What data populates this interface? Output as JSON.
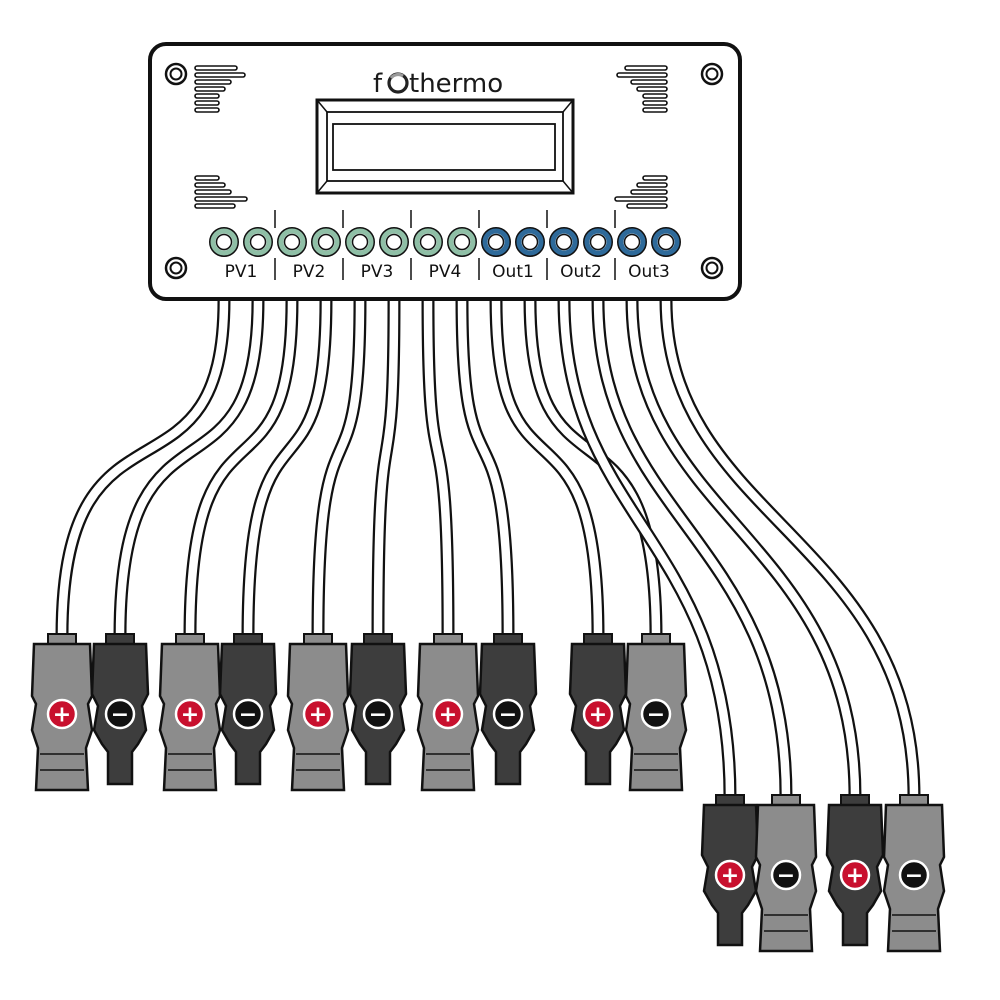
{
  "brand": {
    "name_left": "f",
    "name_right": "thermo",
    "logo_icon": "ring-o-icon"
  },
  "colors": {
    "pv_port": "#8fbfa6",
    "out_port": "#2e6a9a",
    "connector_light": "#8c8c8c",
    "connector_dark": "#3d3d3d",
    "plus_badge": "#c8102e",
    "minus_badge": "#111111"
  },
  "groups": [
    {
      "id": "pv1",
      "label": "PV1",
      "kind": "pv"
    },
    {
      "id": "pv2",
      "label": "PV2",
      "kind": "pv"
    },
    {
      "id": "pv3",
      "label": "PV3",
      "kind": "pv"
    },
    {
      "id": "pv4",
      "label": "PV4",
      "kind": "pv"
    },
    {
      "id": "out1",
      "label": "Out1",
      "kind": "out"
    },
    {
      "id": "out2",
      "label": "Out2",
      "kind": "out"
    },
    {
      "id": "out3",
      "label": "Out3",
      "kind": "out"
    }
  ],
  "polarity": {
    "plus": "+",
    "minus": "−"
  }
}
